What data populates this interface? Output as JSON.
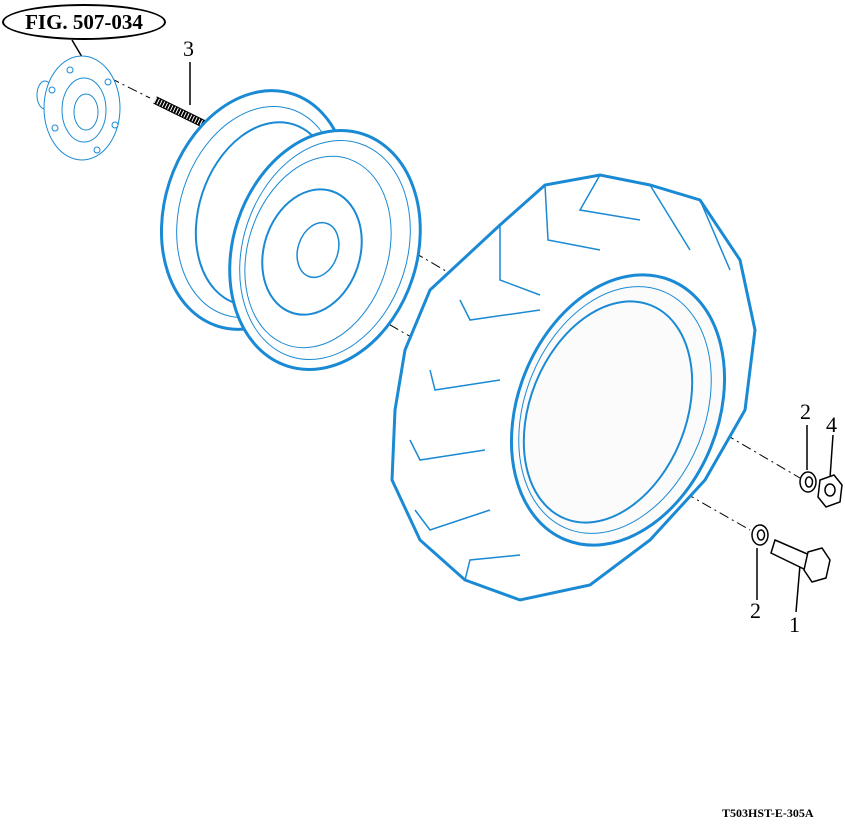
{
  "figure_label": "FIG. 507-034",
  "callouts": [
    {
      "number": "3",
      "part": "stud"
    },
    {
      "number": "2",
      "part": "washer-upper"
    },
    {
      "number": "4",
      "part": "nut"
    },
    {
      "number": "2",
      "part": "washer-lower"
    },
    {
      "number": "1",
      "part": "bolt"
    }
  ],
  "drawing_code": "T503HST-E-305A",
  "colors": {
    "line": "#1a8ad4",
    "ink": "#000000"
  }
}
